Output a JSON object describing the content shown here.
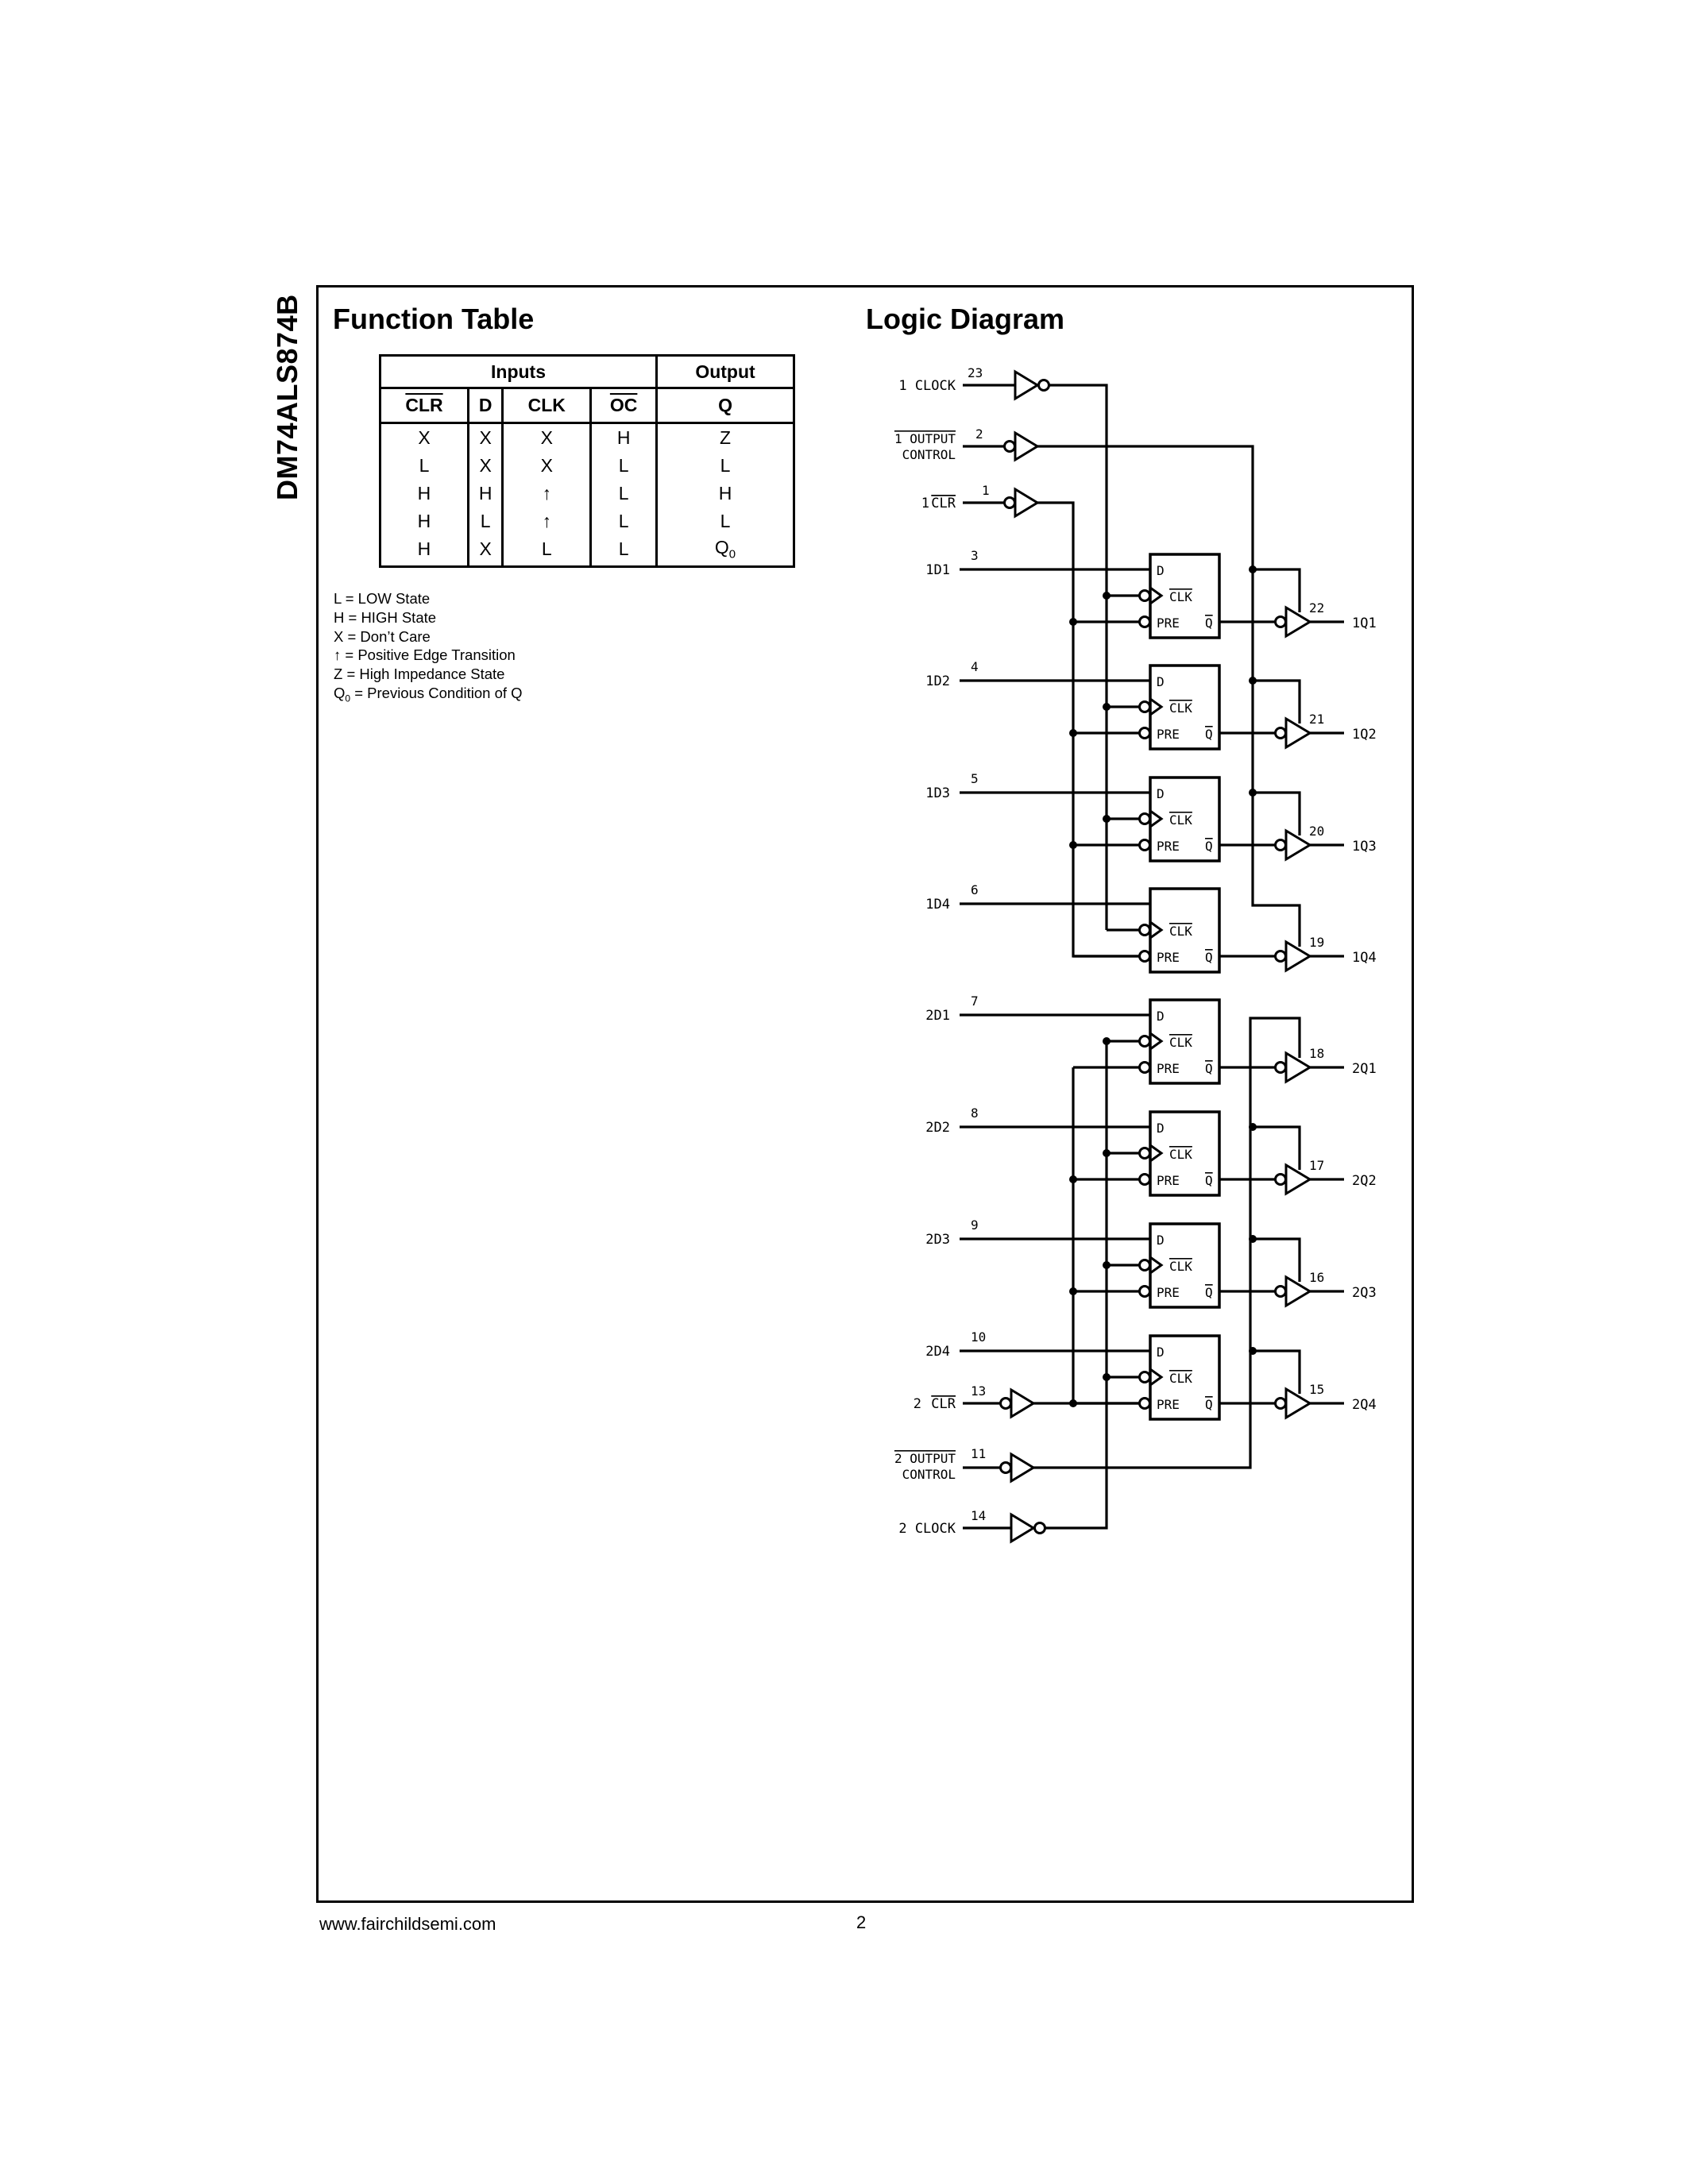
{
  "side_title": "DM74ALS874B",
  "function_table": {
    "title": "Function Table",
    "group_headers": {
      "inputs": "Inputs",
      "output": "Output"
    },
    "columns": [
      "CLR",
      "D",
      "CLK",
      "OC",
      "Q"
    ],
    "overlined_columns": [
      "CLR",
      "OC"
    ],
    "rows": [
      [
        "X",
        "X",
        "X",
        "H",
        "Z"
      ],
      [
        "L",
        "X",
        "X",
        "L",
        "L"
      ],
      [
        "H",
        "H",
        "↑",
        "L",
        "H"
      ],
      [
        "H",
        "L",
        "↑",
        "L",
        "L"
      ],
      [
        "H",
        "X",
        "L",
        "L",
        "Q0"
      ]
    ],
    "legend": [
      "L = LOW State",
      "H = HIGH State",
      "X = Don’t Care",
      "↑ = Positive Edge Transition",
      "Z = High Impedance State",
      "Q0 = Previous Condition of Q"
    ]
  },
  "logic_diagram": {
    "title": "Logic Diagram",
    "control_inputs": [
      {
        "label": "1 CLOCK",
        "pin": "23"
      },
      {
        "label": "1 OUTPUT CONTROL",
        "pin": "2"
      },
      {
        "label": "1 CLR",
        "pin": "1"
      },
      {
        "label": "2 CLR",
        "pin": "13"
      },
      {
        "label": "2 OUTPUT CONTROL",
        "pin": "11"
      },
      {
        "label": "2 CLOCK",
        "pin": "14"
      }
    ],
    "flip_flop_pins": {
      "d": "D",
      "clk": "CLK",
      "pre": "PRE",
      "q": "Q"
    },
    "channels": [
      {
        "input": "1D1",
        "in_pin": "3",
        "out_pin": "22",
        "output": "1Q1"
      },
      {
        "input": "1D2",
        "in_pin": "4",
        "out_pin": "21",
        "output": "1Q2"
      },
      {
        "input": "1D3",
        "in_pin": "5",
        "out_pin": "20",
        "output": "1Q3"
      },
      {
        "input": "1D4",
        "in_pin": "6",
        "out_pin": "19",
        "output": "1Q4"
      },
      {
        "input": "2D1",
        "in_pin": "7",
        "out_pin": "18",
        "output": "2Q1"
      },
      {
        "input": "2D2",
        "in_pin": "8",
        "out_pin": "17",
        "output": "2Q2"
      },
      {
        "input": "2D3",
        "in_pin": "9",
        "out_pin": "16",
        "output": "2Q3"
      },
      {
        "input": "2D4",
        "in_pin": "10",
        "out_pin": "15",
        "output": "2Q4"
      }
    ]
  },
  "footer": {
    "url": "www.fairchildsemi.com",
    "page": "2"
  }
}
